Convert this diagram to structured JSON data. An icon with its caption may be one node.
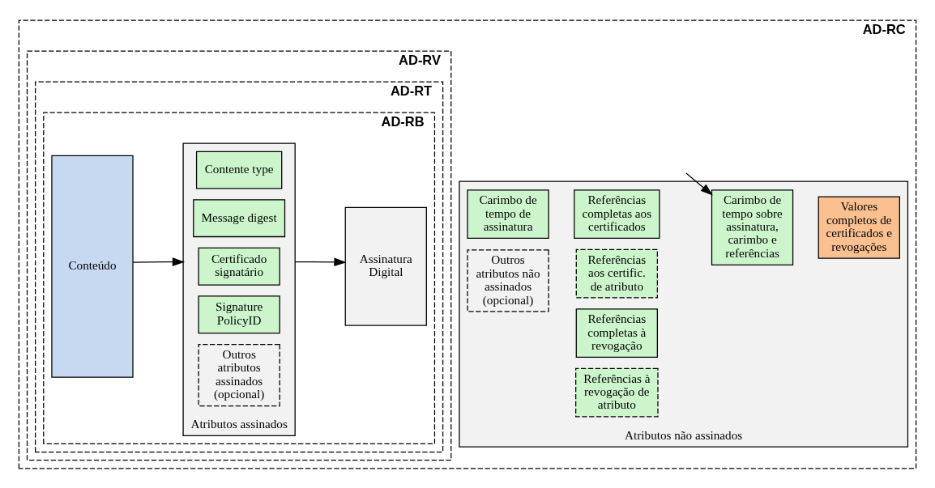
{
  "diagram": {
    "nodes": [
      {
        "text": [
          "AD-RC"
        ]
      },
      {
        "text": [
          "AD-RV"
        ],
        "in": 0
      },
      {
        "text": [
          "AD-RT"
        ],
        "in": 1
      },
      {
        "text": [
          "AD-RB"
        ],
        "in": 2
      },
      {
        "text": [
          "Conteúdo"
        ],
        "in": 3
      },
      {
        "text": [
          "Atributos assinados"
        ],
        "in": 3
      },
      {
        "text": [
          "Contente type"
        ],
        "in": 5
      },
      {
        "text": [
          "Message digest"
        ],
        "in": 5
      },
      {
        "text": [
          "Certificado signatário"
        ],
        "in": 5
      },
      {
        "text": [
          "Signature PolicyID"
        ],
        "in": 5
      },
      {
        "text": [
          "Outros atributos assinados (opcional)"
        ],
        "in": 5
      },
      {
        "text": [
          "Assinatura Digital"
        ],
        "in": 3
      },
      {
        "text": [
          "Atributos não assinados"
        ],
        "in": 0
      },
      {
        "text": [
          "Carimbo de tempo de assinatura"
        ],
        "in": 12
      },
      {
        "text": [
          "Outros atributos não assinados (opcional)"
        ],
        "in": 12
      },
      {
        "text": [
          "Referências completas aos certificados"
        ],
        "in": 12
      },
      {
        "text": [
          "Referências completas à revogação"
        ],
        "in": 12
      },
      {
        "text": [
          "Referências aos certific. de atributo"
        ],
        "in": 12
      },
      {
        "text": [
          "Referências à revogação de atributo"
        ],
        "in": 12
      },
      {
        "text": [
          "Carimbo de tempo sobre assinatura, carimbo e referências"
        ],
        "in": 12
      },
      {
        "text": [
          "Valores completos de certificados e revogações"
        ],
        "in": 12
      }
    ],
    "edges": [
      {
        "from": 4,
        "to": 5,
        "arrow": "to"
      },
      {
        "from": 5,
        "to": 11,
        "arrow": "to"
      },
      {
        "from": null,
        "to": 19,
        "arrow": "to"
      }
    ]
  }
}
